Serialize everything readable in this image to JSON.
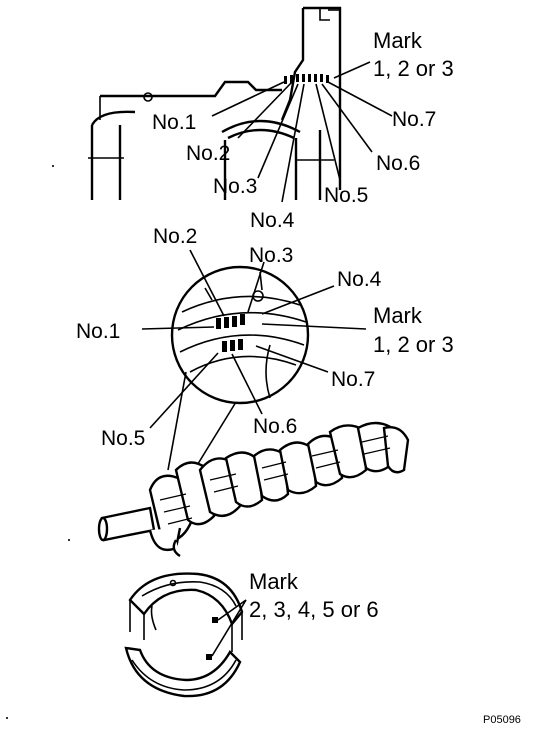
{
  "block": {
    "mark": "Mark",
    "mark_values": "1, 2 or 3",
    "no1": "No.1",
    "no2": "No.2",
    "no3": "No.3",
    "no4": "No.4",
    "no5": "No.5",
    "no6": "No.6",
    "no7": "No.7"
  },
  "crank": {
    "no1": "No.1",
    "no2": "No.2",
    "no3": "No.3",
    "no4": "No.4",
    "no5": "No.5",
    "no6": "No.6",
    "no7": "No.7",
    "mark": "Mark",
    "mark_values": "1, 2 or 3"
  },
  "bearing": {
    "mark": "Mark",
    "mark_values": "2, 3, 4, 5 or 6"
  },
  "figure_code": "P05096"
}
